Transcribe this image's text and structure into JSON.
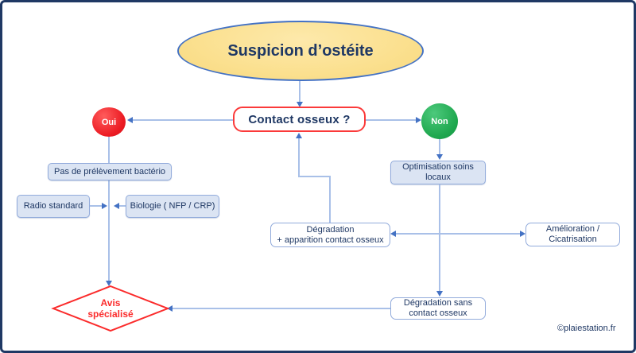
{
  "colors": {
    "frame_border": "#1f3864",
    "text_navy": "#1f3864",
    "ellipse_fill": "#fbe08f",
    "ellipse_border": "#4472c4",
    "question_border": "#fb3a3a",
    "oui_red": "#ec1c24",
    "non_green": "#1fa84f",
    "box_fill_blue": "#dbe4f3",
    "box_border_blue": "#92abdb",
    "connector_line": "#a9c0e8",
    "arrowhead_blue": "#4472c4",
    "diamond_red": "#fb2b2b"
  },
  "nodes": {
    "title": {
      "label": "Suspicion d’ostéite"
    },
    "question": {
      "label": "Contact osseux ?"
    },
    "oui": {
      "label": "Oui"
    },
    "non": {
      "label": "Non"
    },
    "pas_prelevement": {
      "label": "Pas de prélèvement bactério"
    },
    "radio": {
      "label": "Radio standard"
    },
    "biologie": {
      "label": "Biologie ( NFP / CRP)"
    },
    "optimisation": {
      "lines": [
        "Optimisation soins",
        "locaux"
      ]
    },
    "degradation_apparition": {
      "lines": [
        "Dégradation",
        "+ apparition contact osseux"
      ]
    },
    "amelioration": {
      "lines": [
        "Amélioration /",
        "Cicatrisation"
      ]
    },
    "degradation_sans": {
      "lines": [
        "Dégradation sans",
        "contact osseux"
      ]
    },
    "avis": {
      "lines": [
        "Avis",
        "spécialisé"
      ]
    }
  },
  "footer": {
    "copyright": "©plaiestation.fr"
  }
}
